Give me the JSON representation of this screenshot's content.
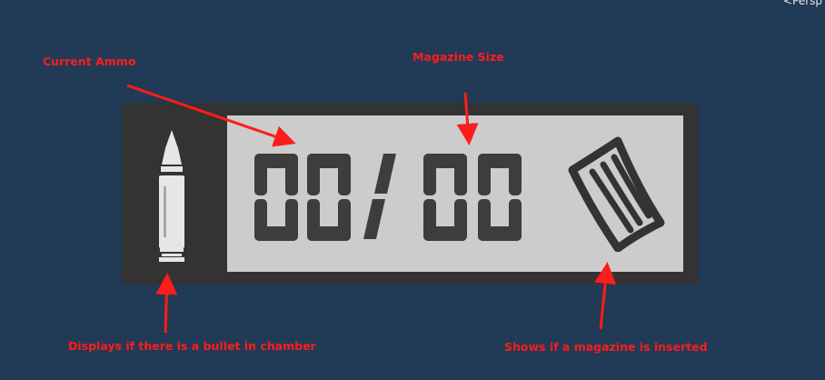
{
  "editor": {
    "view_label": "<Persp"
  },
  "hud": {
    "current_ammo": "00",
    "separator": "/",
    "magazine_size": "00",
    "bullet_in_chamber": true,
    "magazine_inserted": true,
    "frame_color": "#333333",
    "screen_color": "#cccccc",
    "digit_color": "#3d3d3d"
  },
  "annotations": {
    "current_ammo": "Current Ammo",
    "magazine_size": "Magazine Size",
    "chamber": "Displays if there is a bullet in chamber",
    "magazine_inserted": "Shows if a magazine is inserted",
    "color": "#ff1c1c"
  },
  "icons": {
    "bullet": "bullet-icon",
    "magazine": "magazine-icon",
    "arrow": "arrow-icon"
  }
}
